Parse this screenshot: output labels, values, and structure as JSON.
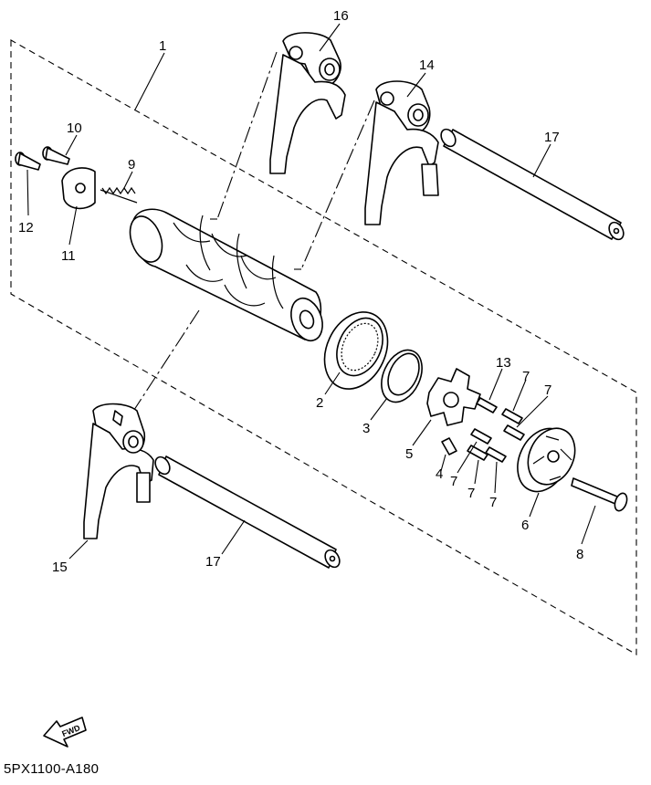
{
  "callouts": {
    "c1": "1",
    "c2": "2",
    "c3": "3",
    "c4": "4",
    "c5": "5",
    "c6": "6",
    "c7a": "7",
    "c7b": "7",
    "c7c": "7",
    "c7d": "7",
    "c7e": "7",
    "c8": "8",
    "c9": "9",
    "c10": "10",
    "c11": "11",
    "c12": "12",
    "c13": "13",
    "c14": "14",
    "c15": "15",
    "c16": "16",
    "c17a": "17",
    "c17b": "17"
  },
  "fwd_label": "FWD",
  "diagram_code": "5PX1100-A180"
}
